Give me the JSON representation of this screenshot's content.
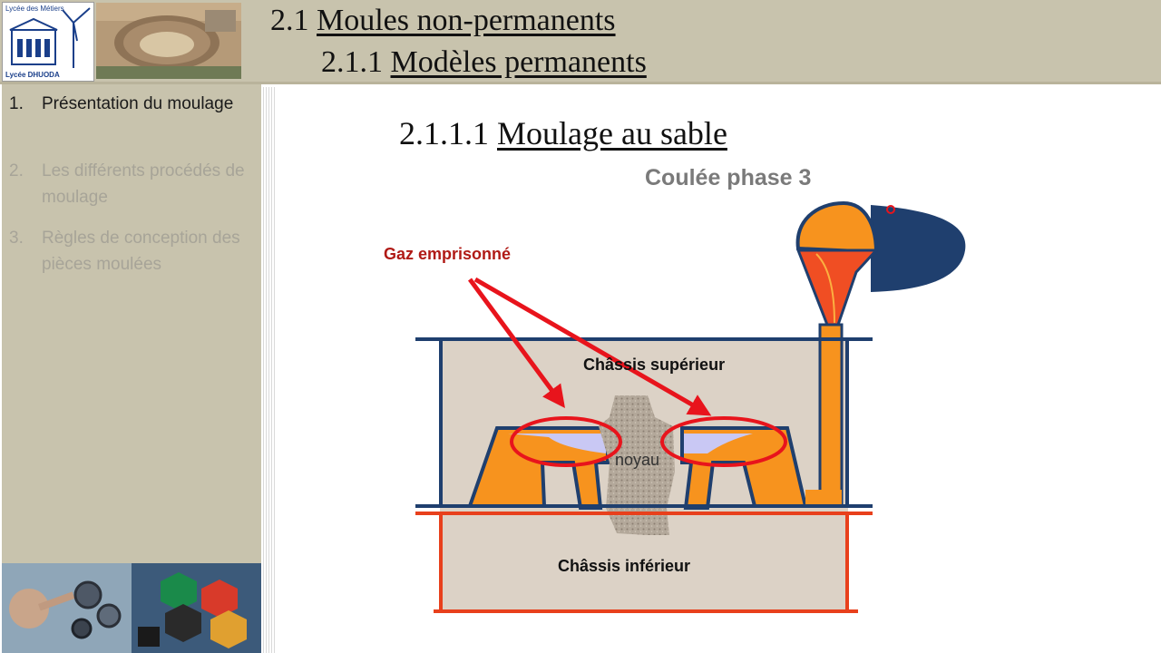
{
  "header": {
    "logo_top": "Lycée des Métiers",
    "logo_bottom": "Lycée DHUODA",
    "title_number": "2.1",
    "title_text": "Moules non-permanents",
    "subtitle_number": "2.1.1",
    "subtitle_text": "Modèles permanents"
  },
  "sidebar": {
    "items": [
      {
        "number": "1.",
        "label": "Présentation du moulage",
        "active": true
      },
      {
        "number": "2.",
        "label": "Les différents procédés de moulage",
        "active": false
      },
      {
        "number": "3.",
        "label": "Règles de conception des pièces moulées",
        "active": false
      }
    ]
  },
  "slide": {
    "section_number": "2.1.1.1",
    "section_text": "Moulage au sable",
    "phase_label": "Coulée phase 3",
    "diagram": {
      "gas_label": "Gaz emprisonné",
      "upper_flask_label": "Châssis supérieur",
      "lower_flask_label": "Châssis inférieur",
      "core_label": "noyau"
    }
  },
  "colors": {
    "header_bg": "#c8c3ad",
    "sand": "#dcd2c6",
    "metal_orange": "#f7931e",
    "metal_red": "#f04e23",
    "flask_blue": "#1f3f6e",
    "flask_red": "#e8401c",
    "gas": "#c9c8f4",
    "arrow_red": "#e8141c",
    "gas_label": "#b01a16"
  }
}
